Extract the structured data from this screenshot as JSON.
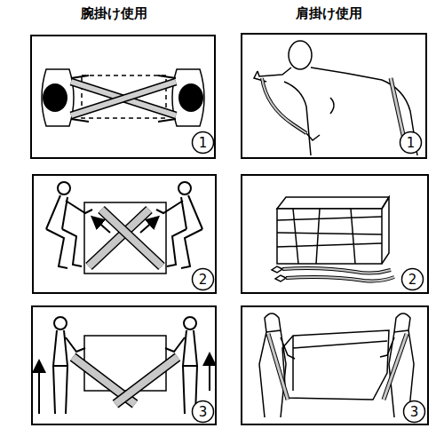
{
  "diagram": {
    "nodes": [
      {
        "text": [
          "1"
        ]
      },
      {
        "text": [
          "1"
        ]
      },
      {
        "text": [
          "2"
        ]
      },
      {
        "text": [
          "2"
        ]
      },
      {
        "text": [
          "3"
        ]
      },
      {
        "text": [
          "3"
        ]
      }
    ],
    "labels": [
      "腕掛け使用",
      "肩掛け使用"
    ]
  }
}
